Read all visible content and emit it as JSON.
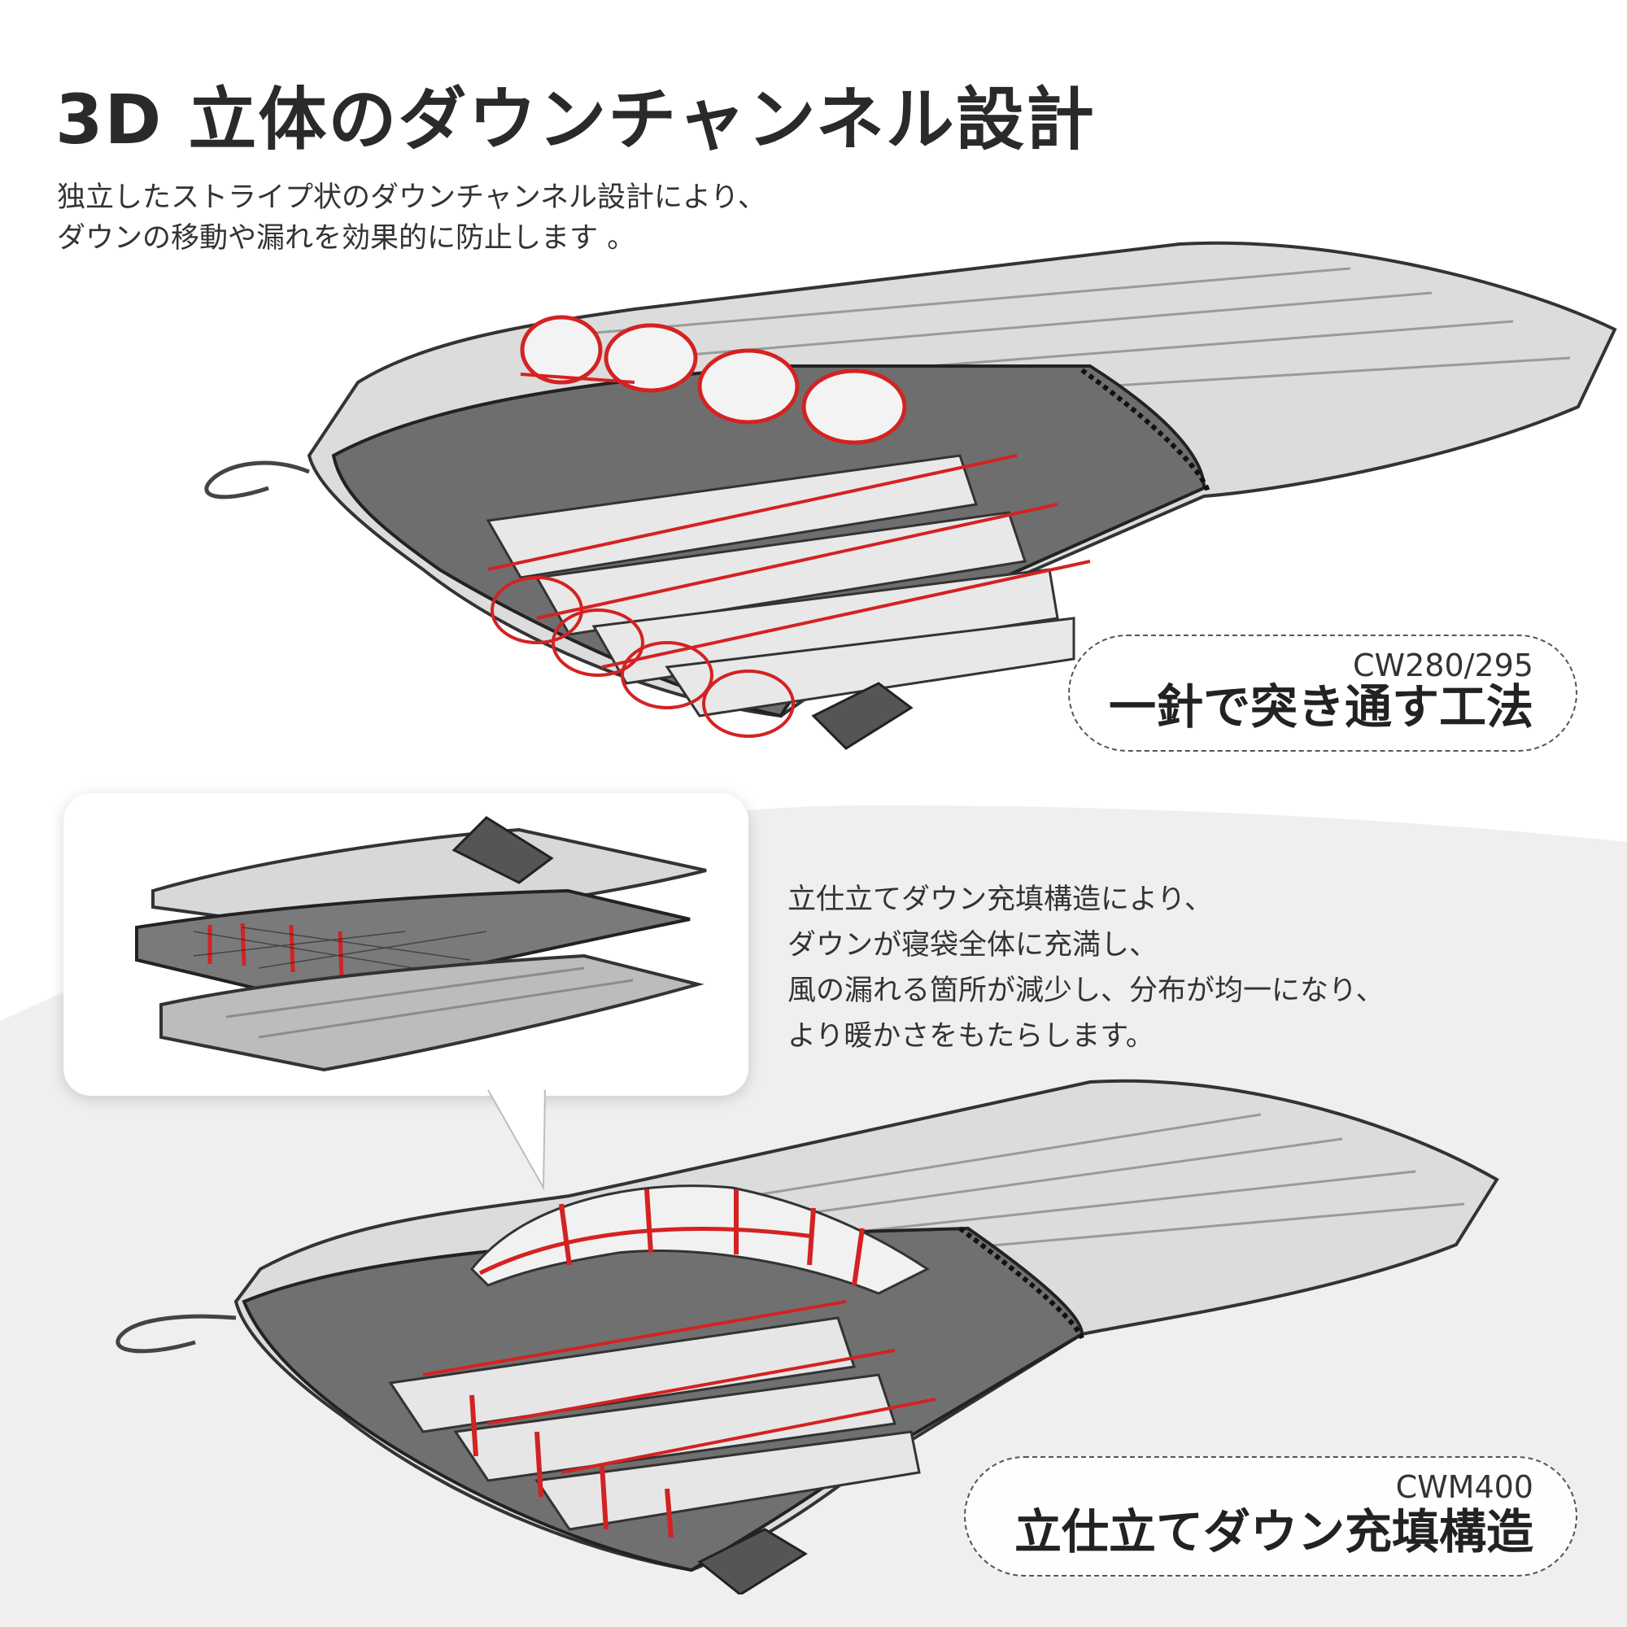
{
  "title": "3D 立体のダウンチャンネル設計",
  "description": [
    "独立したストライプ状のダウンチャンネル設計により、",
    "ダウンの移動や漏れを効果的に防止します 。"
  ],
  "top_label": {
    "model": "CW280/295",
    "method": "一針で突き通す工法"
  },
  "bottom_description": [
    "立仕立てダウン充填構造により、",
    "ダウンが寝袋全体に充満し、",
    "風の漏れる箇所が減少し、分布が均一になり、",
    "より暖かさをもたらします。"
  ],
  "bottom_label": {
    "model": "CWM400",
    "method": "立仕立てダウン充填構造"
  },
  "colors": {
    "accent_red": "#d42222",
    "panel_bg": "#efefef",
    "text": "#2b2b2b"
  }
}
